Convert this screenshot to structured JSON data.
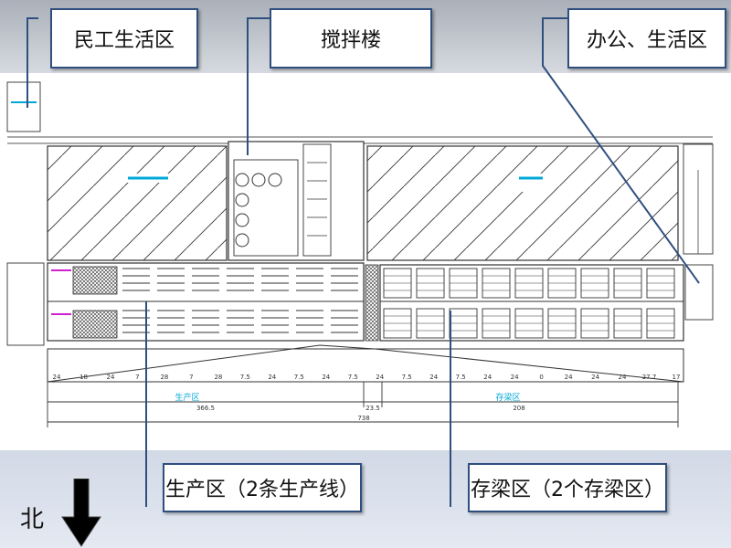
{
  "callouts": {
    "workers_living_area": "民工生活区",
    "mixing_plant": "搅拌楼",
    "office_living_area": "办公、生活区",
    "production_area": "生产区（2条生产线）",
    "beam_storage_area": "存梁区（2个存梁区）"
  },
  "compass": {
    "north_label": "北",
    "arrow_icon": "down-arrow-icon"
  },
  "plan": {
    "production_dimension_label": "生产区",
    "production_dimension_value": "366.5",
    "storage_dimension_label": "存梁区",
    "storage_dimension_value": "208",
    "middle_dimension_value": "23.5",
    "total_dimension_value": "738",
    "segment_dimensions": [
      "24",
      "18",
      "24",
      "7",
      "28",
      "7",
      "28",
      "7.5",
      "24",
      "7.5",
      "24",
      "7.5",
      "24",
      "7.5",
      "24",
      "7.5",
      "24",
      "24",
      "0",
      "24",
      "24",
      "24",
      "27.7",
      "17"
    ]
  },
  "colors": {
    "callout_border": "#2f4f7f",
    "leader_line": "#2f4f7f",
    "drawing_line": "#333333",
    "cyan_label": "#00a8d8",
    "magenta_label": "#d020d0"
  }
}
